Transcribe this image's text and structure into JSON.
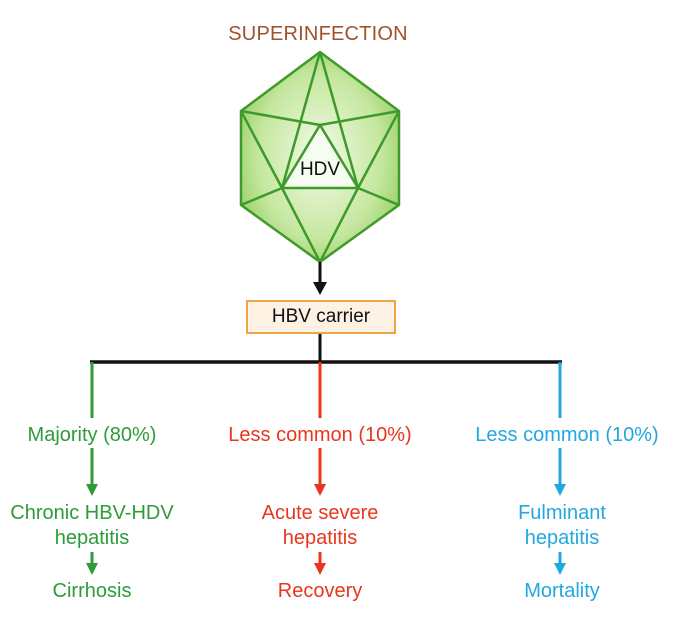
{
  "title": "SUPERINFECTION",
  "virus_label": "HDV",
  "carrier_label": "HBV carrier",
  "branches": [
    {
      "prob": "Majority (80%)",
      "outcome_line1": "Chronic HBV-HDV",
      "outcome_line2": "hepatitis",
      "final": "Cirrhosis",
      "color": "#2e9b3a"
    },
    {
      "prob": "Less common (10%)",
      "outcome_line1": "Acute severe",
      "outcome_line2": "hepatitis",
      "final": "Recovery",
      "color": "#e8361f"
    },
    {
      "prob": "Less common (10%)",
      "outcome_line1": "Fulminant",
      "outcome_line2": "hepatitis",
      "final": "Mortality",
      "color": "#22a7e0"
    }
  ],
  "colors": {
    "title": "#a0522d",
    "virus_fill": "#a8d878",
    "virus_stroke": "#3f9a2c",
    "box_fill": "#fdf2e3",
    "box_border": "#f0a44a",
    "connector": "#111111"
  }
}
